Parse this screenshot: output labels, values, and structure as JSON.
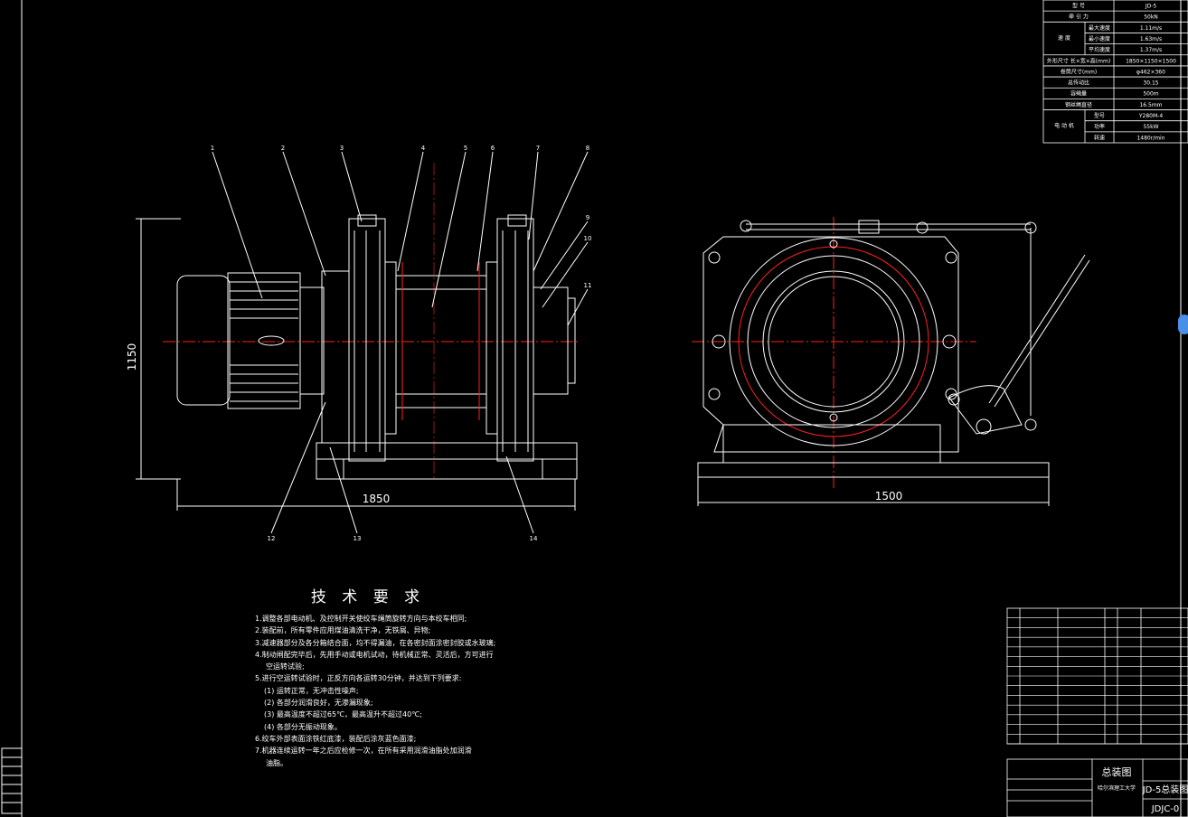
{
  "spec_table": {
    "rows": [
      {
        "label": "型 号",
        "value": "JD-5"
      },
      {
        "label": "牵 引 力",
        "value": "50kN"
      },
      {
        "label": "速 度",
        "sub": "最大速度",
        "value": "1.11m/s"
      },
      {
        "label": "",
        "sub": "最小速度",
        "value": "1.63m/s"
      },
      {
        "label": "",
        "sub": "平均速度",
        "value": "1.37m/s"
      },
      {
        "label": "外形尺寸 长×宽×高(mm)",
        "value": "1850×1150×1500"
      },
      {
        "label": "卷筒尺寸(mm)",
        "value": "φ462×360"
      },
      {
        "label": "总传动比",
        "value": "30.15"
      },
      {
        "label": "容绳量",
        "value": "500m"
      },
      {
        "label": "钢丝绳直径",
        "value": "16.5mm"
      },
      {
        "label": "电 动 机",
        "sub": "型号",
        "value": "Y280M-4"
      },
      {
        "label": "",
        "sub": "功率",
        "value": "55kW"
      },
      {
        "label": "",
        "sub": "转速",
        "value": "1480r/min"
      }
    ]
  },
  "dimensions": {
    "height": "1150",
    "width_side": "1850",
    "width_front": "1500"
  },
  "part_labels": {
    "top": [
      "1",
      "2",
      "3",
      "4",
      "5",
      "6",
      "7",
      "8",
      "9",
      "10",
      "11"
    ],
    "bottom": [
      "12",
      "13",
      "14"
    ]
  },
  "tech_requirements": {
    "heading": "技 术 要 求",
    "lines": [
      "1.调整各部电动机、及控制开关使绞车绳筒旋转方向与本绞车相同;",
      "2.装配前，所有零件应用煤油清洗干净，无铁屑、异物;",
      "3.减速器部分及各分箱结合面，均不得漏油，在各密封面涂密封胶或水玻璃;",
      "4.制动闸配完毕后，先用手动或电机试动，待机械正常、灵活后，方可进行",
      "空运转试验;",
      "5.进行空运转试验时，正反方向各运转30分钟，并达到下列要求:",
      "(1) 运转正常，无冲击性噪声;",
      "(2) 各部分润滑良好，无渗漏现象;",
      "(3) 最高温度不超过65℃，最高温升不超过40℃;",
      "(4) 各部分无振动现象。",
      "6.绞车外部表面涂铁红底漆，装配后涂灰蓝色面漆;",
      "7.机器连续运转一年之后应检修一次，在所有采用润滑油脂处加润滑",
      "油脂。"
    ]
  },
  "title_block": {
    "drawing_name": "总装图",
    "school": "哈尔滨理工大学",
    "model_title": "JD-5总装图",
    "drawing_no": "JDJC-0"
  },
  "colors": {
    "background": "#000000",
    "line": "#ffffff",
    "centerline": "#ff2020"
  }
}
